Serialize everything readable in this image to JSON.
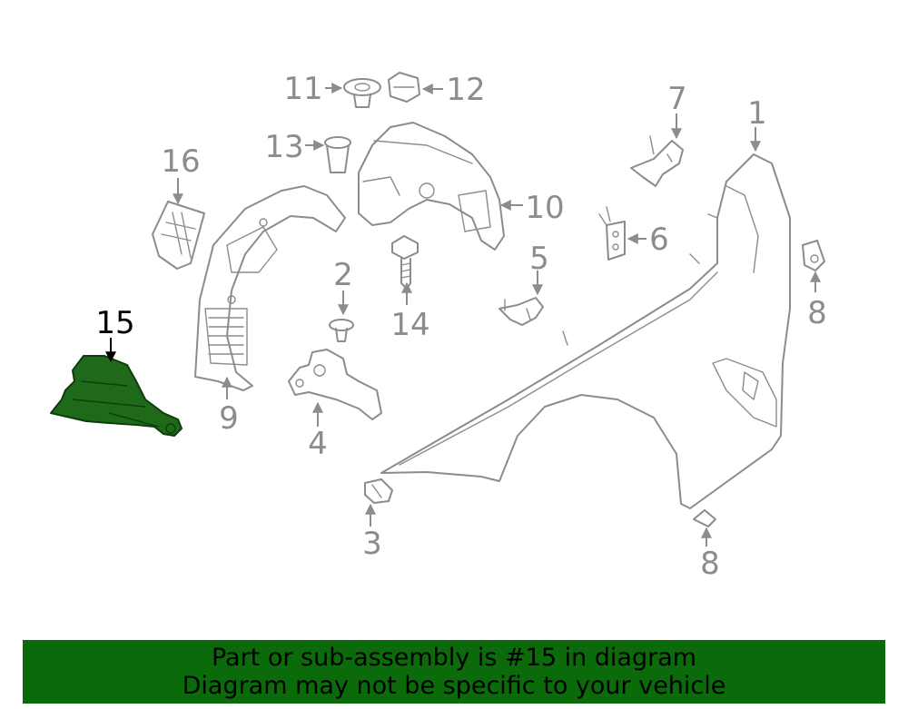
{
  "highlighted_part": "15",
  "callouts": {
    "c1": "1",
    "c2": "2",
    "c3": "3",
    "c4": "4",
    "c5": "5",
    "c6": "6",
    "c7": "7",
    "c8a": "8",
    "c8b": "8",
    "c9": "9",
    "c10": "10",
    "c11": "11",
    "c12": "12",
    "c13": "13",
    "c14": "14",
    "c15": "15",
    "c16": "16"
  },
  "banner": {
    "line1": "Part or sub-assembly is #15 in diagram",
    "line2": "Diagram may not be specific to your vehicle"
  },
  "colors": {
    "line_art": "#8c8c8c",
    "highlight_fill": "#1f6a1a",
    "banner_bg": "#0b6b0b"
  }
}
